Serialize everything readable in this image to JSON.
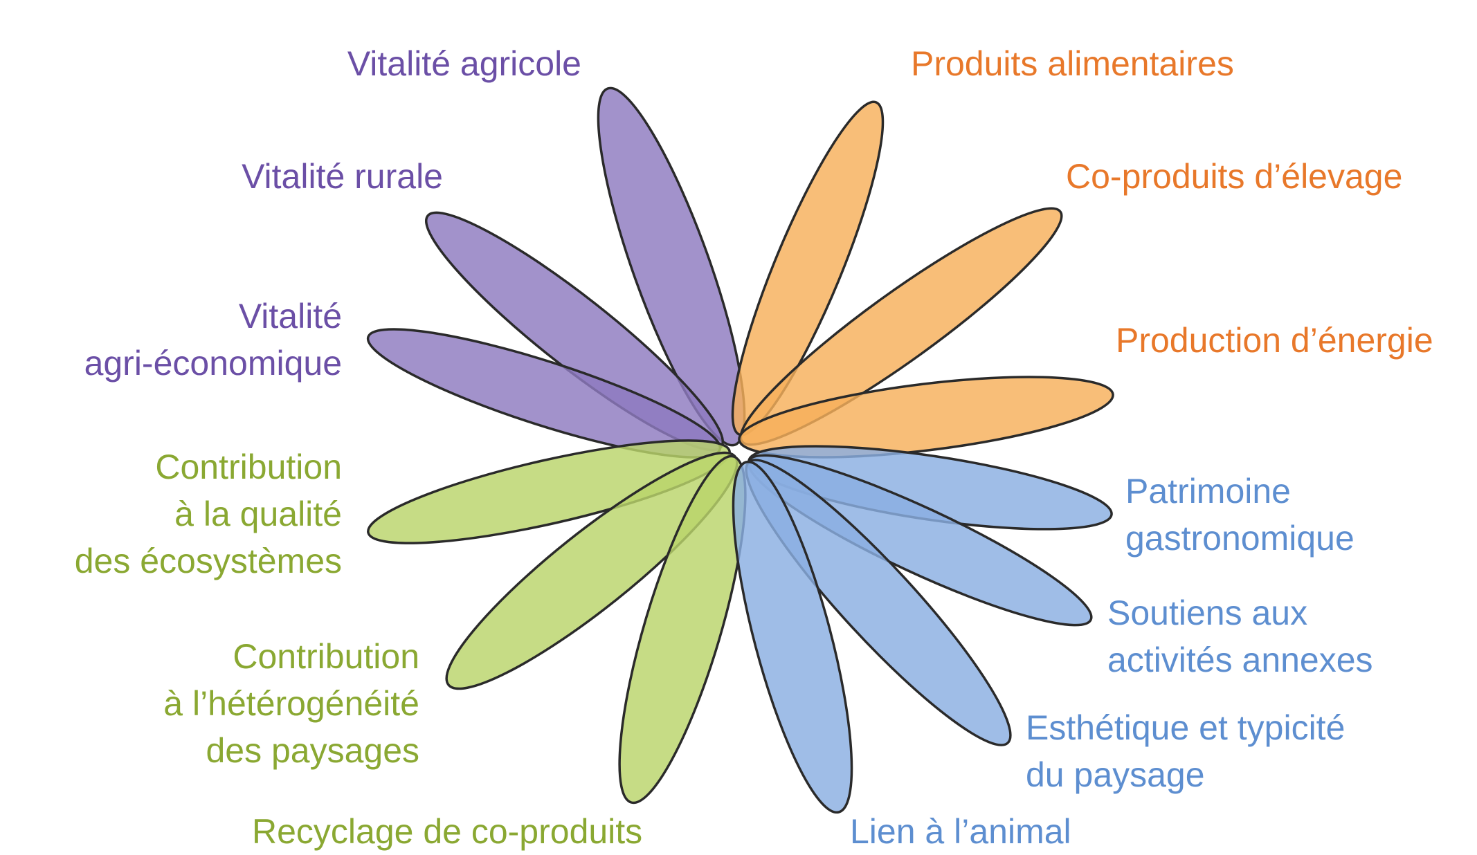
{
  "colors": {
    "purple_fill": "#8e7ac0",
    "purple_text": "#6b4fa6",
    "orange_fill": "#f6b05a",
    "orange_text": "#e8782a",
    "green_fill": "#b9d46a",
    "green_text": "#8aa832",
    "blue_fill": "#8aaee2",
    "blue_text": "#5d8ed0",
    "outline": "#2a2a2a"
  },
  "groups": [
    {
      "key": "purple",
      "petals": [
        {
          "lines": [
            "Vitalité agricole"
          ]
        },
        {
          "lines": [
            "Vitalité rurale"
          ]
        },
        {
          "lines": [
            "Vitalité",
            "agri-économique"
          ]
        }
      ]
    },
    {
      "key": "orange",
      "petals": [
        {
          "lines": [
            "Produits alimentaires"
          ]
        },
        {
          "lines": [
            "Co-produits d’élevage"
          ]
        },
        {
          "lines": [
            "Production d’énergie"
          ]
        }
      ]
    },
    {
      "key": "green",
      "petals": [
        {
          "lines": [
            "Contribution",
            "à la qualité",
            "des écosystèmes"
          ]
        },
        {
          "lines": [
            "Contribution",
            "à l’hétérogénéité",
            "des paysages"
          ]
        },
        {
          "lines": [
            "Recyclage de co-produits"
          ]
        }
      ]
    },
    {
      "key": "blue",
      "petals": [
        {
          "lines": [
            "Patrimoine",
            "gastronomique"
          ]
        },
        {
          "lines": [
            "Soutiens aux",
            "activités annexes"
          ]
        },
        {
          "lines": [
            "Esthétique et typicité",
            "du paysage"
          ]
        },
        {
          "lines": [
            "Lien à l’animal"
          ]
        }
      ]
    }
  ]
}
